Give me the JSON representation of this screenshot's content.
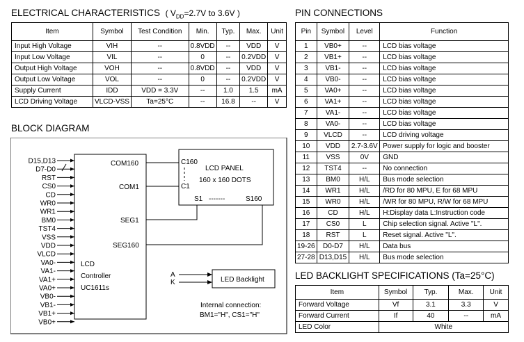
{
  "elec": {
    "title": "ELECTRICAL CHARACTERISTICS",
    "cond_open": "( V",
    "cond_sub": "DD",
    "cond_rest": "=2.7V to 3.6V )",
    "headers": [
      "Item",
      "Symbol",
      "Test Condition",
      "Min.",
      "Typ.",
      "Max.",
      "Unit"
    ],
    "rows": [
      [
        "Input  High Voltage",
        "VIH",
        "--",
        "0.8VDD",
        "--",
        "VDD",
        "V"
      ],
      [
        "Input  Low Voltage",
        "VIL",
        "--",
        "0",
        "--",
        "0.2VDD",
        "V"
      ],
      [
        "Output High Voltage",
        "VOH",
        "--",
        "0.8VDD",
        "--",
        "VDD",
        "V"
      ],
      [
        "Output Low Voltage",
        "VOL",
        "--",
        "0",
        "--",
        "0.2VDD",
        "V"
      ],
      [
        "Supply Current",
        "IDD",
        "VDD = 3.3V",
        "--",
        "1.0",
        "1.5",
        "mA"
      ],
      [
        "LCD Driving Voltage",
        "VLCD-VSS",
        "Ta=25°C",
        "--",
        "16.8",
        "--",
        "V"
      ]
    ]
  },
  "block": {
    "title": "BLOCK DIAGRAM",
    "left_pins": [
      "D15,D13",
      "D7-D0",
      "RST",
      "CS0",
      "CD",
      "WR0",
      "WR1",
      "BM0",
      "TST4",
      "VSS",
      "VDD",
      "VLCD",
      "VA0-",
      "VA1-",
      "VA1+",
      "VA0+",
      "VB0-",
      "VB1-",
      "VB1+",
      "VB0+"
    ],
    "ctrl_lines": [
      "LCD",
      "Controller",
      "UC1611s"
    ],
    "com160": "COM160",
    "com1": "COM1",
    "seg1": "SEG1",
    "seg160": "SEG160",
    "c160": "C160",
    "c1": "C1",
    "s1": "S1",
    "s_dash": "-------",
    "s160": "S160",
    "panel1": "LCD  PANEL",
    "panel2": "160 x 160 DOTS",
    "a": "A",
    "k": "K",
    "backlight": "LED Backlight",
    "note1": "Internal connection:",
    "note2": "BM1=\"H\", CS1=\"H\""
  },
  "pin": {
    "title": "PIN CONNECTIONS",
    "headers": [
      "Pin",
      "Symbol",
      "Level",
      "Function"
    ],
    "rows": [
      [
        "1",
        "VB0+",
        "--",
        "LCD bias voltage"
      ],
      [
        "2",
        "VB1+",
        "--",
        "LCD bias voltage"
      ],
      [
        "3",
        "VB1-",
        "--",
        "LCD bias voltage"
      ],
      [
        "4",
        "VB0-",
        "--",
        "LCD bias voltage"
      ],
      [
        "5",
        "VA0+",
        "--",
        "LCD bias voltage"
      ],
      [
        "6",
        "VA1+",
        "--",
        "LCD bias voltage"
      ],
      [
        "7",
        "VA1-",
        "--",
        "LCD bias voltage"
      ],
      [
        "8",
        "VA0-",
        "--",
        "LCD bias voltage"
      ],
      [
        "9",
        "VLCD",
        "--",
        "LCD driving voltage"
      ],
      [
        "10",
        "VDD",
        "2.7-3.6V",
        "Power supply for logic and booster"
      ],
      [
        "11",
        "VSS",
        "0V",
        "GND"
      ],
      [
        "12",
        "TST4",
        "--",
        "No connection"
      ],
      [
        "13",
        "BM0",
        "H/L",
        "Bus mode selection"
      ],
      [
        "14",
        "WR1",
        "H/L",
        "/RD for 80 MPU, E for 68 MPU"
      ],
      [
        "15",
        "WR0",
        "H/L",
        "/WR for 80 MPU, R/W for 68 MPU"
      ],
      [
        "16",
        "CD",
        "H/L",
        "H:Display data    L:Instruction code"
      ],
      [
        "17",
        "CS0",
        "L",
        "Chip selection signal. Active \"L\"."
      ],
      [
        "18",
        "RST",
        "L",
        "Reset signal. Active \"L\"."
      ],
      [
        "19-26",
        "D0-D7",
        "H/L",
        "Data bus"
      ],
      [
        "27-28",
        "D13,D15",
        "H/L",
        "Bus mode selection"
      ]
    ]
  },
  "led": {
    "title": "LED BACKLIGHT SPECIFICATIONS (Ta=25°C)",
    "headers": [
      "Item",
      "Symbol",
      "Typ.",
      "Max.",
      "Unit"
    ],
    "rows": [
      [
        "Forward Voltage",
        "Vf",
        "3.1",
        "3.3",
        "V"
      ],
      [
        "Forward Current",
        "If",
        "40",
        "--",
        "mA"
      ]
    ],
    "color_label": "LED Color",
    "color_value": "White"
  }
}
